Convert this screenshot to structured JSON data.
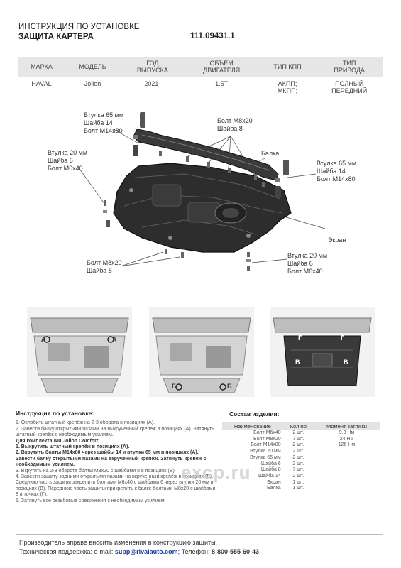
{
  "header": {
    "title_line1": "ИНСТРУКЦИЯ ПО УСТАНОВКЕ",
    "title_line2": "ЗАЩИТА КАРТЕРА",
    "part_number": "111.09431.1"
  },
  "spec_table": {
    "headers": [
      [
        "МАРКА"
      ],
      [
        "МОДЕЛЬ"
      ],
      [
        "ГОД",
        "ВЫПУСКА"
      ],
      [
        "ОБЪЕМ",
        "ДВИГАТЕЛЯ"
      ],
      [
        "ТИП КПП"
      ],
      [
        "ТИП",
        "ПРИВОДА"
      ]
    ],
    "row": [
      [
        "HAVAL"
      ],
      [
        "Jolion"
      ],
      [
        "2021-"
      ],
      [
        "1.5T"
      ],
      [
        "АКПП;",
        "МКПП;"
      ],
      [
        "ПОЛНЫЙ",
        "ПЕРЕДНИЙ"
      ]
    ]
  },
  "diagram": {
    "callouts": {
      "top_left": "Втулка 65 мм\nШайба 14\nБолт М14х80",
      "top_center": "Болт М8х20\nШайба 8",
      "beam": "Балка",
      "left": "Втулка 20 мм\nШайба 6\nБолт М6х40",
      "right": "Втулка 65 мм\nШайба 14\nБолт М14х80",
      "screen": "Экран",
      "bottom_left": "Болт М8х20\nШайба 8",
      "bottom_right": "Втулка 20 мм\nШайба 6\nБолт М6х40"
    }
  },
  "photos": {
    "labels": [
      "А",
      "Б",
      "В",
      "Г"
    ]
  },
  "instructions": {
    "heading": "Инструкция по установке:",
    "step1": "1. Ослабить штатный крепёж на 2-3 оборота в позициях (А).",
    "step2": "2. Завести балку открытыми пазами на выкрученный крепёж в позициях (А). Затянуть штатный крепёж с необходимым усилием.",
    "comfort_heading": "Для комплектации Jolion Comfort:",
    "comfort1": "1. Выкрутить штатный крепёж в позициях (А).",
    "comfort2": "2. Вкрутить болты М14х80 через шайбы 14 и втулки 65 мм в позициях (А). Завести балку открытыми пазами на вкрученный крепёж. Затянуть крепёж с необходимым усилием.",
    "step3": "3. Вкрутить на 2-3 оборота болты М8х20 с шайбами 8 в позициях (Б).",
    "step4": "4. Завести защиту задними открытыми пазами на вкрученный крепёж в позициях (Б). Среднюю часть защиты закрепить болтами М6х40 с шайбами 6 через втулки 20 мм в позициях (В). Переднюю часть защиты прикрепить к балке болтами М8х20 с шайбами 8 в точках (Г).",
    "step5": "5. Затянуть все резьбовые соединения с необходимым усилием."
  },
  "kit": {
    "heading": "Состав изделия:",
    "col_name": "Наименование",
    "col_qty": "Кол-во",
    "col_torque": "Момент затяжки",
    "rows": [
      {
        "name": "Болт М6х40",
        "qty": "2 шт.",
        "torque": "9.8 Нм"
      },
      {
        "name": "Болт М8х20",
        "qty": "7 шт.",
        "torque": "24 Нм"
      },
      {
        "name": "Болт М14х80",
        "qty": "2 шт.",
        "torque": "126 Нм"
      },
      {
        "name": "Втулка 20 мм",
        "qty": "2 шт.",
        "torque": ""
      },
      {
        "name": "Втулка 65 мм",
        "qty": "2 шт.",
        "torque": ""
      },
      {
        "name": "Шайба 6",
        "qty": "2 шт.",
        "torque": ""
      },
      {
        "name": "Шайба 8",
        "qty": "7 шт.",
        "torque": ""
      },
      {
        "name": "Шайба 14",
        "qty": "2 шт.",
        "torque": ""
      },
      {
        "name": "Экран",
        "qty": "1 шт.",
        "torque": ""
      },
      {
        "name": "Балка",
        "qty": "1 шт.",
        "torque": ""
      }
    ]
  },
  "watermark": "ехср.ru",
  "footer": {
    "line1": "Производитель вправе вносить изменения в конструкцию защиты.",
    "support_prefix": "Техническая поддержка:  e-mail: ",
    "email": "supp@rivalauto.com",
    "phone_prefix": "; Телефон: ",
    "phone": "8-800-555-60-43"
  }
}
